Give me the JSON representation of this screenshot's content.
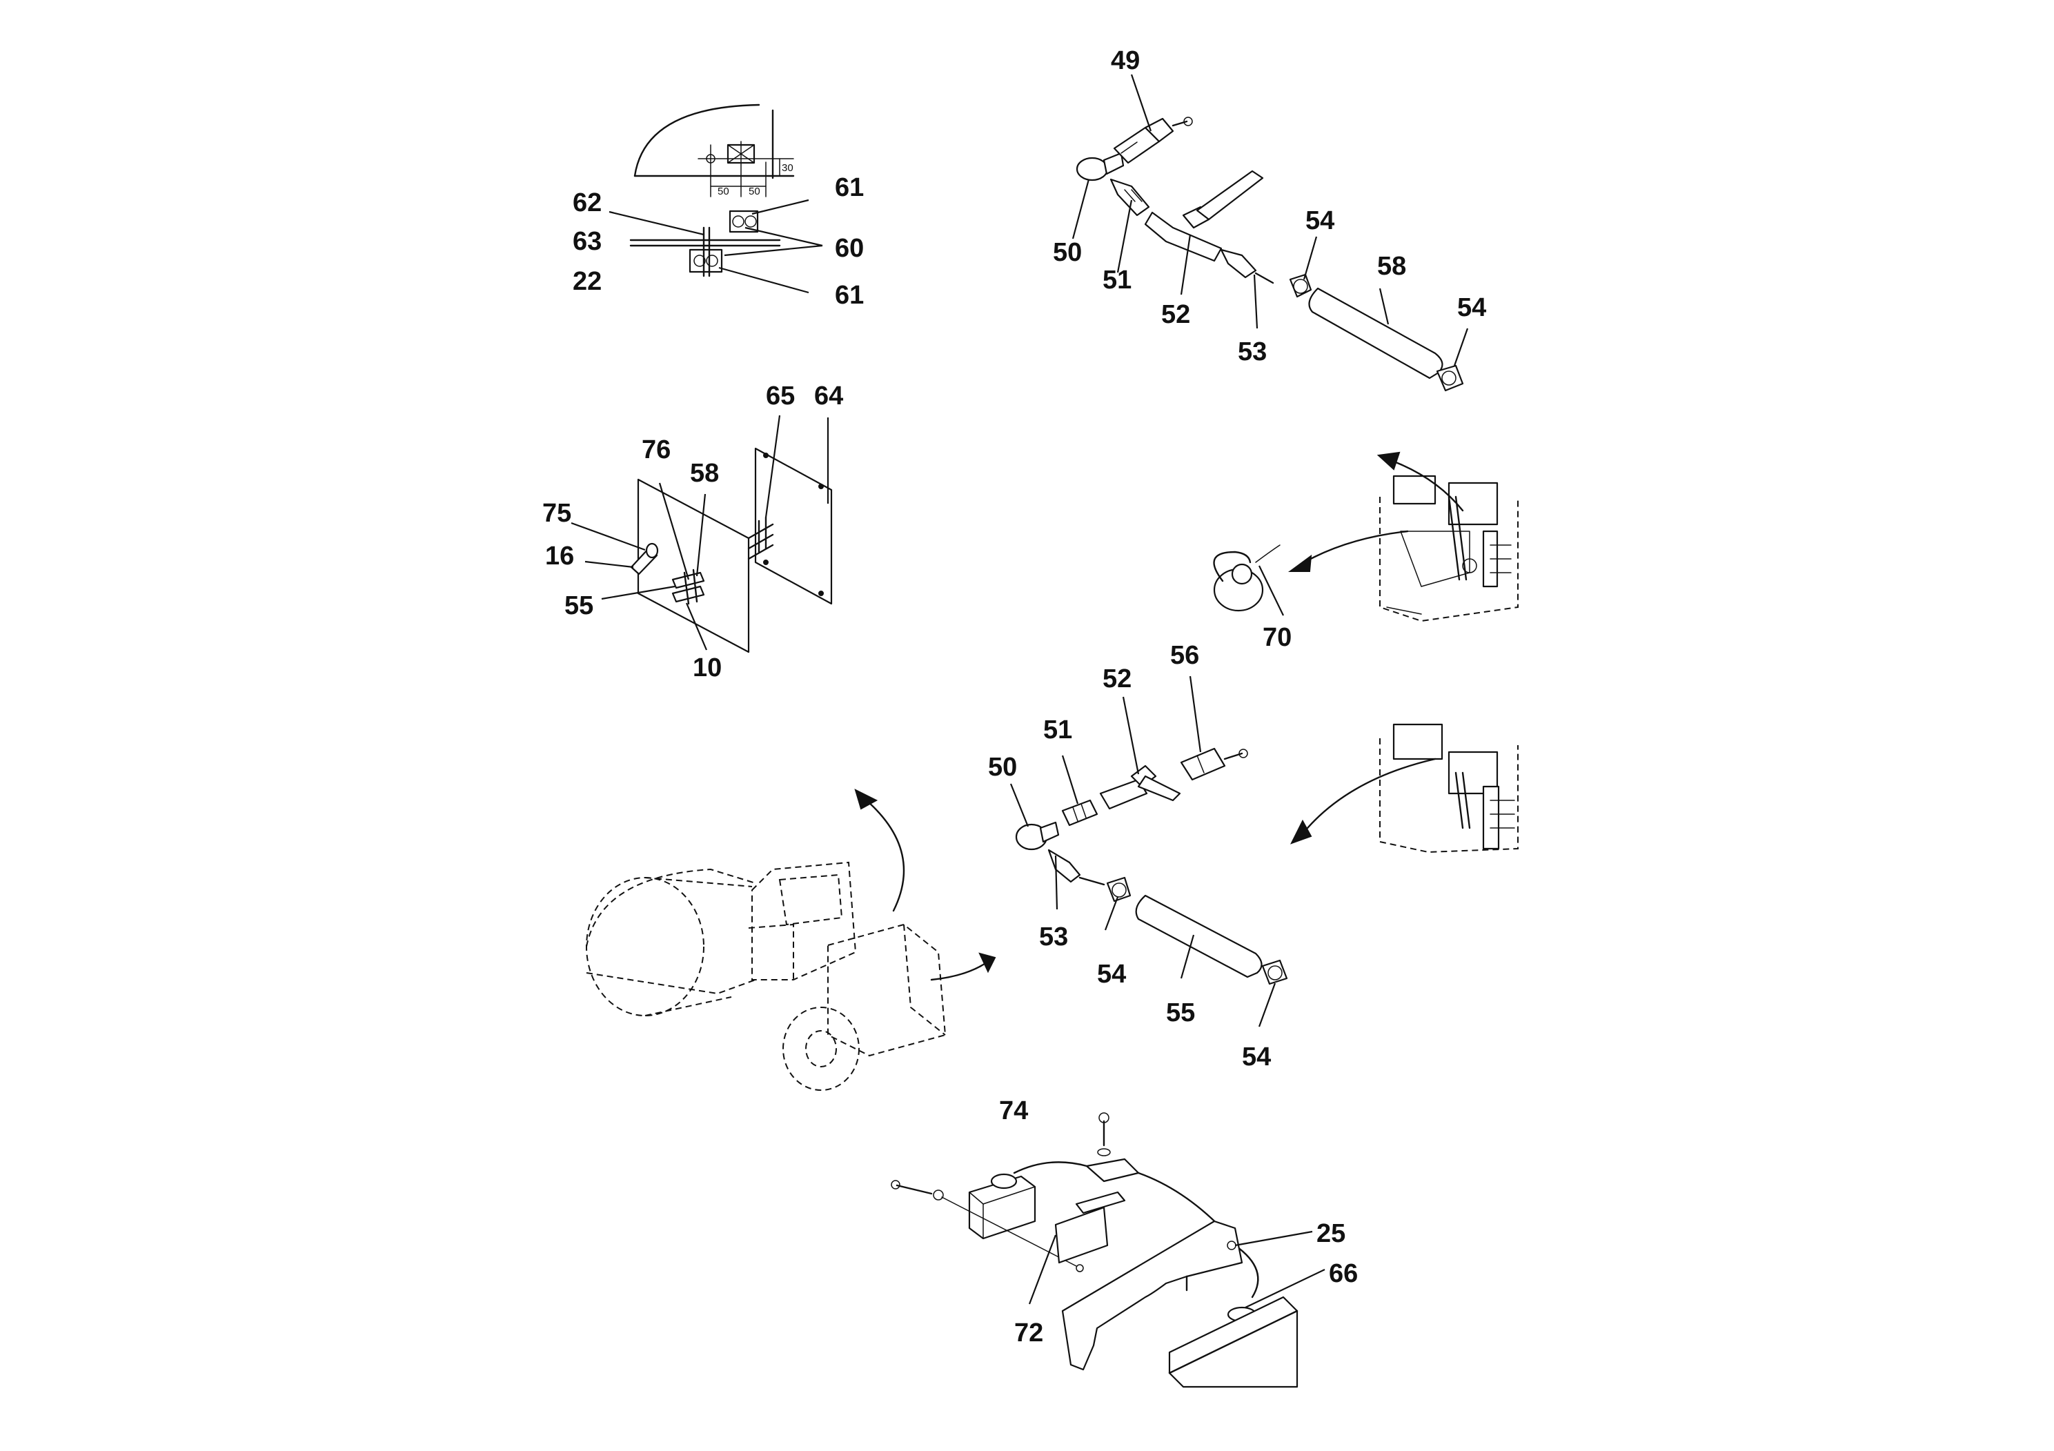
{
  "diagram": {
    "callouts": {
      "c49": "49",
      "c50a": "50",
      "c51a": "51",
      "c52a": "52",
      "c53a": "53",
      "c54a": "54",
      "c58a": "58",
      "c54b": "54",
      "c62": "62",
      "c63": "63",
      "c22": "22",
      "c61a": "61",
      "c60": "60",
      "c61b": "61",
      "c65": "65",
      "c64": "64",
      "c76": "76",
      "c58b": "58",
      "c75": "75",
      "c16": "16",
      "c55a": "55",
      "c10": "10",
      "c70": "70",
      "c56": "56",
      "c52b": "52",
      "c51b": "51",
      "c50b": "50",
      "c53b": "53",
      "c54c": "54",
      "c55b": "55",
      "c54d": "54",
      "c74": "74",
      "c25": "25",
      "c66": "66",
      "c72": "72"
    },
    "dimensions": {
      "d1": "50",
      "d2": "50",
      "d3": "30"
    }
  }
}
